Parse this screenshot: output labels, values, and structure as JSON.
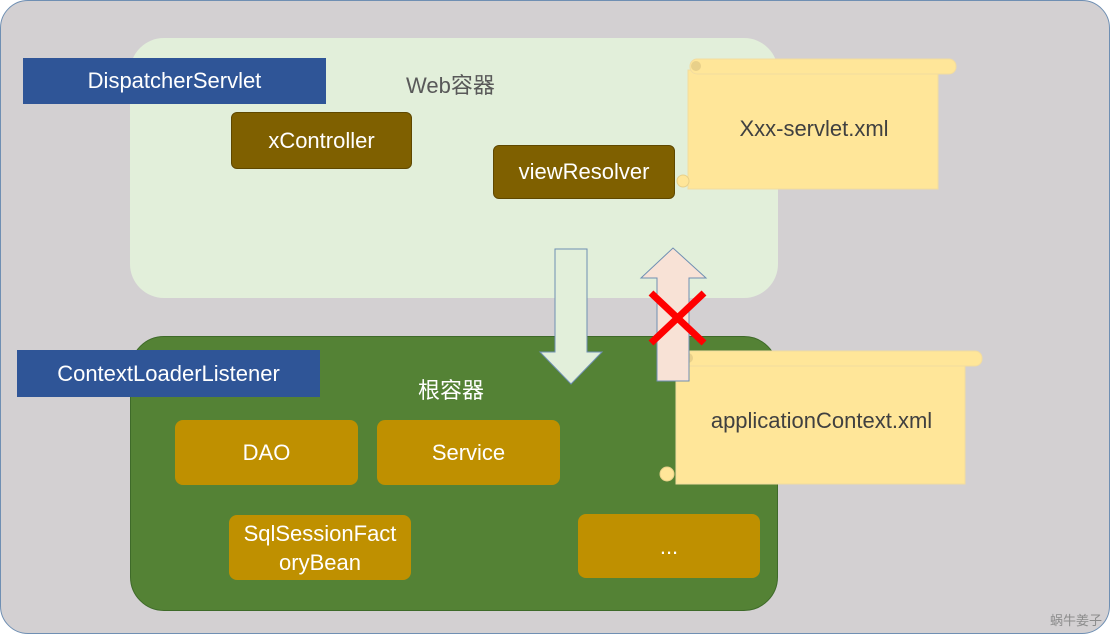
{
  "web_container": {
    "title": "Web容器",
    "label": "DispatcherServlet",
    "items": [
      "xController",
      "viewResolver"
    ]
  },
  "root_container": {
    "title": "根容器",
    "label": "ContextLoaderListener",
    "items": [
      "DAO",
      "Service",
      "SqlSessionFact oryBean",
      "..."
    ]
  },
  "configs": {
    "web_xml": "Xxx-servlet.xml",
    "root_xml": "applicationContext.xml"
  },
  "watermark": "蜗牛姜子",
  "colors": {
    "label_blue": "#2f5597",
    "web_bg": "#e2efda",
    "root_bg": "#548235",
    "brown": "#7f6000",
    "gold": "#bf9000",
    "scroll": "#ffe699",
    "cross": "#ff0000"
  }
}
